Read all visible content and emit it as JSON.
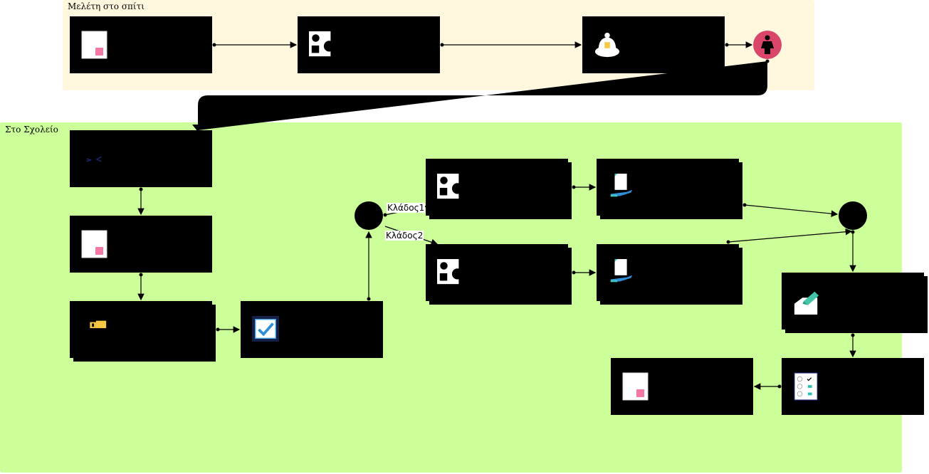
{
  "diagram": {
    "lanes": [
      {
        "id": "home",
        "label": "Μελέτη στο σπίτι",
        "color": "#fff8df"
      },
      {
        "id": "school",
        "label": "Στο Σχολείο",
        "color": "#ccff99"
      }
    ],
    "branch_labels": {
      "first": "Κλάδος1",
      "second": "Κλάδος2"
    },
    "colors": {
      "start_event": "#d9466a",
      "box": "#000000",
      "connector": "#000000"
    },
    "activities": [
      {
        "id": "home-doc",
        "icon": "document-icon"
      },
      {
        "id": "home-shapes",
        "icon": "shapes-icon"
      },
      {
        "id": "home-bell",
        "icon": "bell-icon"
      },
      {
        "id": "home-person",
        "icon": "person-icon"
      },
      {
        "id": "school-chevrons",
        "icon": "chevrons-icon"
      },
      {
        "id": "school-doc",
        "icon": "document-icon"
      },
      {
        "id": "school-ticket",
        "icon": "ticket-icon"
      },
      {
        "id": "school-check",
        "icon": "checkmark-icon"
      },
      {
        "id": "branch1-shapes",
        "icon": "shapes-icon"
      },
      {
        "id": "branch1-handout",
        "icon": "handout-icon"
      },
      {
        "id": "branch2-shapes",
        "icon": "shapes-icon"
      },
      {
        "id": "branch2-handout",
        "icon": "handout-icon"
      },
      {
        "id": "school-ballot",
        "icon": "ballot-box-icon"
      },
      {
        "id": "school-checklist",
        "icon": "checklist-icon"
      },
      {
        "id": "school-final-doc",
        "icon": "document-icon"
      }
    ]
  }
}
